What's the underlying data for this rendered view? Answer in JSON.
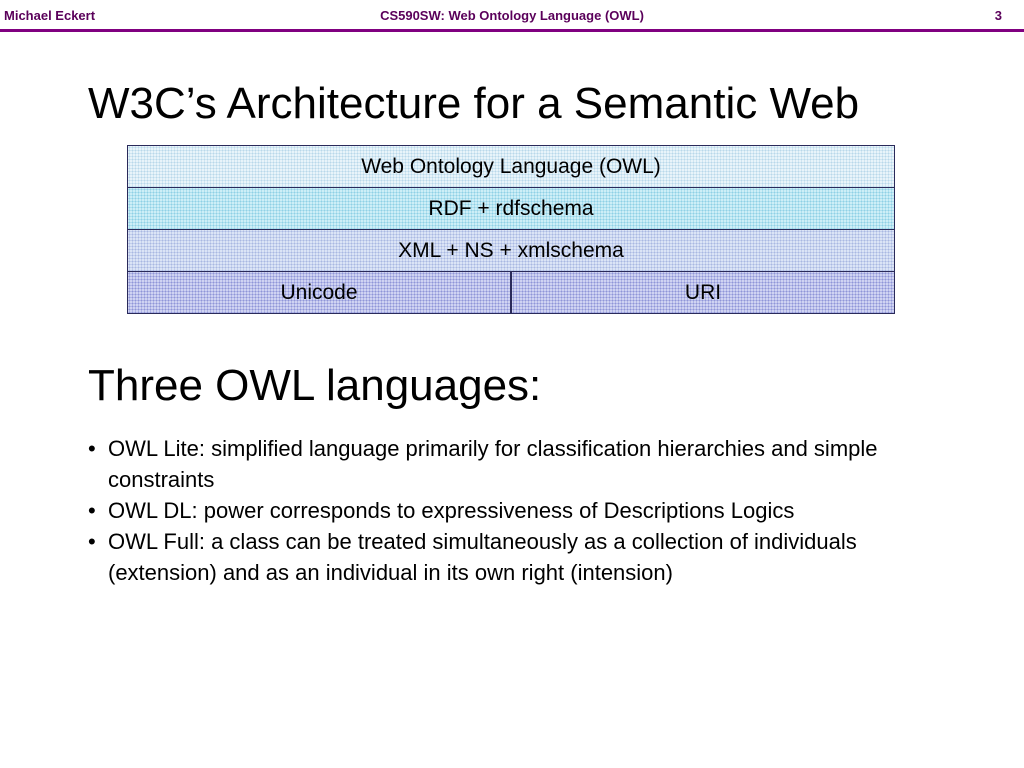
{
  "header": {
    "author": "Michael Eckert",
    "course": "CS590SW: Web Ontology Language (OWL)",
    "page_number": "3"
  },
  "slide": {
    "title": "W3C’s Architecture for a Semantic Web",
    "architecture_layers": {
      "owl": "Web Ontology Language (OWL)",
      "rdf": "RDF + rdfschema",
      "xml": "XML + NS + xmlschema",
      "unicode": "Unicode",
      "uri": "URI"
    },
    "subtitle": "Three OWL languages:",
    "bullet_symbol": "•",
    "bullets": [
      "OWL Lite: simplified language primarily for classification hierarchies and simple constraints",
      "OWL DL: power corresponds to expressiveness of Descriptions Logics",
      "OWL Full: a class can be treated simultaneously as a collection of individuals (extension) and as an individual in its own right (intension)"
    ]
  },
  "colors": {
    "header_text": "#5a005a",
    "header_rule": "#800080"
  }
}
